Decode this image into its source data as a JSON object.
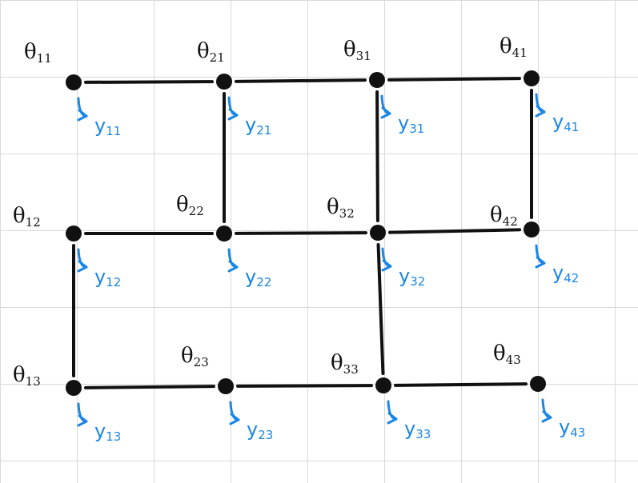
{
  "colors": {
    "background": "#ffffff",
    "grid": "#d9d9d9",
    "edge": "#111111",
    "node": "#111111",
    "observation": "#1a86e6"
  },
  "nodes": [
    {
      "id": "n11",
      "theta_sub": "11",
      "y_sub": "11"
    },
    {
      "id": "n21",
      "theta_sub": "21",
      "y_sub": "21"
    },
    {
      "id": "n31",
      "theta_sub": "31",
      "y_sub": "31"
    },
    {
      "id": "n41",
      "theta_sub": "41",
      "y_sub": "41"
    },
    {
      "id": "n12",
      "theta_sub": "12",
      "y_sub": "12"
    },
    {
      "id": "n22",
      "theta_sub": "22",
      "y_sub": "22"
    },
    {
      "id": "n32",
      "theta_sub": "32",
      "y_sub": "32"
    },
    {
      "id": "n42",
      "theta_sub": "42",
      "y_sub": "42"
    },
    {
      "id": "n13",
      "theta_sub": "13",
      "y_sub": "13"
    },
    {
      "id": "n23",
      "theta_sub": "23",
      "y_sub": "23"
    },
    {
      "id": "n33",
      "theta_sub": "33",
      "y_sub": "33"
    },
    {
      "id": "n43",
      "theta_sub": "43",
      "y_sub": "43"
    }
  ],
  "edges": [
    [
      "n11",
      "n21"
    ],
    [
      "n21",
      "n31"
    ],
    [
      "n31",
      "n41"
    ],
    [
      "n12",
      "n22"
    ],
    [
      "n22",
      "n32"
    ],
    [
      "n32",
      "n42"
    ],
    [
      "n13",
      "n23"
    ],
    [
      "n23",
      "n33"
    ],
    [
      "n33",
      "n43"
    ],
    [
      "n21",
      "n22"
    ],
    [
      "n31",
      "n32"
    ],
    [
      "n41",
      "n42"
    ],
    [
      "n12",
      "n13"
    ],
    [
      "n32",
      "n33"
    ]
  ]
}
